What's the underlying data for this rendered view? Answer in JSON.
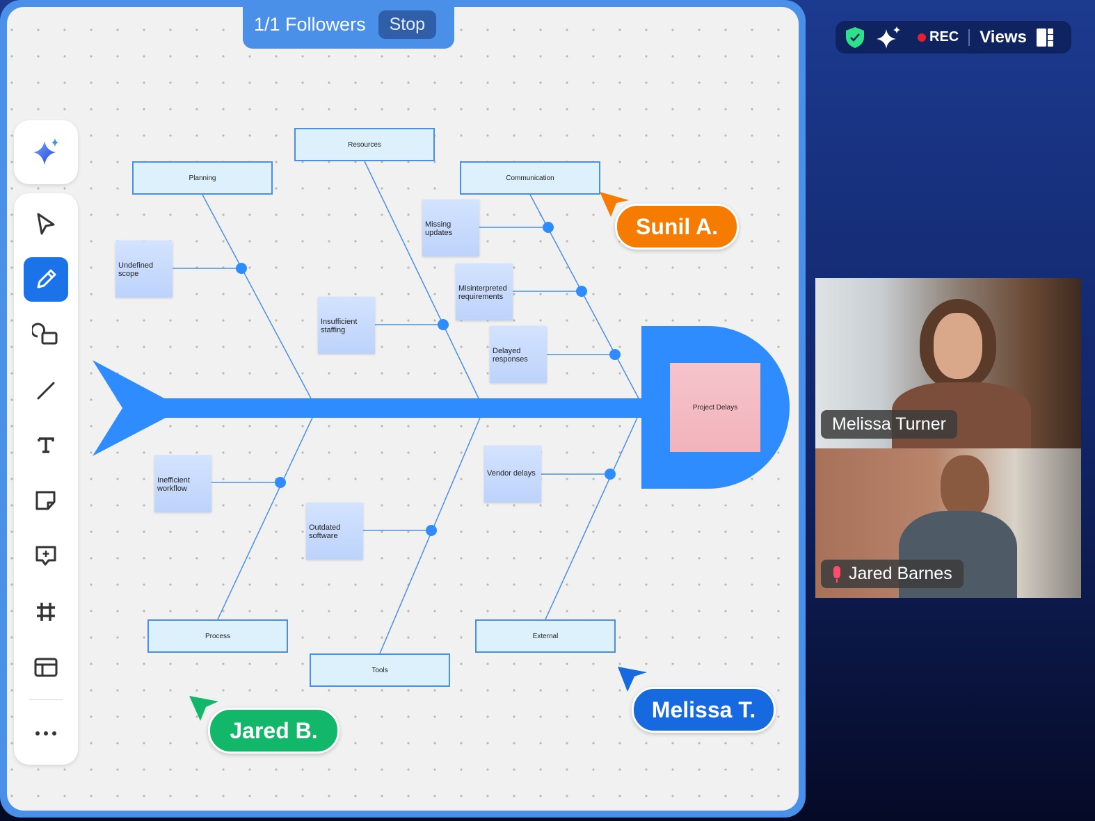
{
  "followers": {
    "label": "1/1 Followers",
    "stop_label": "Stop"
  },
  "topbar": {
    "rec_label": "REC",
    "views_label": "Views",
    "icons": [
      "shield-check-icon",
      "sparkle-icon",
      "record-dot-icon",
      "layout-icon"
    ],
    "rec_color": "#e5202e"
  },
  "toolbar": {
    "ai_icon": "ai-sparkle-icon",
    "tools": [
      "select",
      "pen",
      "shapes",
      "line",
      "text",
      "sticky-note",
      "comment",
      "frame",
      "template",
      "more"
    ],
    "active_tool": "pen"
  },
  "diagram": {
    "head": "Project Delays",
    "categories": [
      "Planning",
      "Resources",
      "Communication",
      "Process",
      "Tools",
      "External"
    ],
    "causes": [
      "Undefined scope",
      "Missing updates",
      "Misinterpreted requirements",
      "Insufficient staffing",
      "Delayed responses",
      "Inefficient workflow",
      "Outdated software",
      "Vendor delays"
    ]
  },
  "cursors": [
    {
      "name": "Sunil A.",
      "color": "#f57c00"
    },
    {
      "name": "Melissa T.",
      "color": "#1769e0"
    },
    {
      "name": "Jared B.",
      "color": "#12b76a"
    }
  ],
  "participants": [
    {
      "name": "Melissa Turner",
      "muted": false
    },
    {
      "name": "Jared Barnes",
      "muted": true
    }
  ],
  "colors": {
    "accent": "#2f8cff",
    "board_border": "#4a8fe8"
  }
}
